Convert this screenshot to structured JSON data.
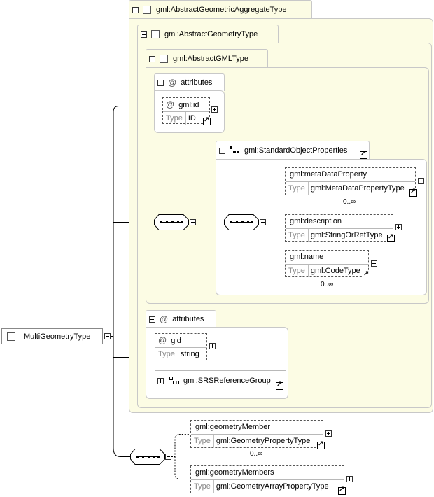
{
  "root": {
    "label": "MultiGeometryType"
  },
  "aggregate": {
    "label": "gml:AbstractGeometricAggregateType"
  },
  "geometry": {
    "label": "gml:AbstractGeometryType"
  },
  "gml": {
    "label": "gml:AbstractGMLType"
  },
  "gml_attributes": {
    "label": "attributes",
    "id_attr": {
      "name": "gml:id",
      "type_key": "Type",
      "type_value": "ID"
    }
  },
  "standard_props": {
    "label": "gml:StandardObjectProperties",
    "metaDataProperty": {
      "name": "gml:metaDataProperty",
      "type_key": "Type",
      "type_value": "gml:MetaDataPropertyType",
      "cardinality": "0..∞"
    },
    "description": {
      "name": "gml:description",
      "type_key": "Type",
      "type_value": "gml:StringOrRefType"
    },
    "name": {
      "name": "gml:name",
      "type_key": "Type",
      "type_value": "gml:CodeType",
      "cardinality": "0..∞"
    }
  },
  "geometry_attributes": {
    "label": "attributes",
    "gid_attr": {
      "name": "gid",
      "type_key": "Type",
      "type_value": "string"
    },
    "srs_group": {
      "label": "gml:SRSReferenceGroup"
    }
  },
  "members": {
    "geometryMember": {
      "name": "gml:geometryMember",
      "type_key": "Type",
      "type_value": "gml:GeometryPropertyType",
      "cardinality": "0..∞"
    },
    "geometryMembers": {
      "name": "gml:geometryMembers",
      "type_key": "Type",
      "type_value": "gml:GeometryArrayPropertyType"
    }
  },
  "colors": {
    "panel_yellow": "#fcfce4",
    "border": "#c8c8c8"
  }
}
